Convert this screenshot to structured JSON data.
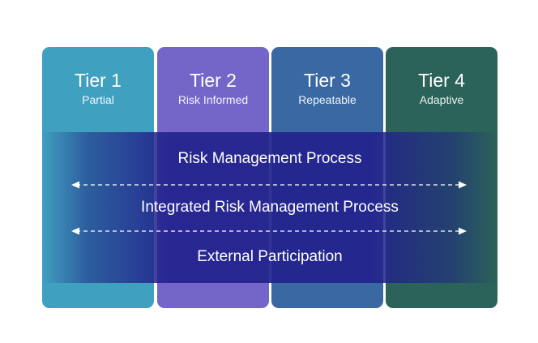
{
  "tiers": [
    {
      "name": "Tier 1",
      "subtitle": "Partial",
      "color": "#3FA0BF"
    },
    {
      "name": "Tier 2",
      "subtitle": "Risk Informed",
      "color": "#7466C9"
    },
    {
      "name": "Tier 3",
      "subtitle": "Repeatable",
      "color": "#3A68A3"
    },
    {
      "name": "Tier 4",
      "subtitle": "Adaptive",
      "color": "#2B6259"
    }
  ],
  "processes": [
    "Risk Management Process",
    "Integrated Risk Management Process",
    "External Participation"
  ],
  "colors": {
    "band": "#22228C",
    "arrow": "#FFFFFF",
    "text": "#FFFFFF"
  }
}
